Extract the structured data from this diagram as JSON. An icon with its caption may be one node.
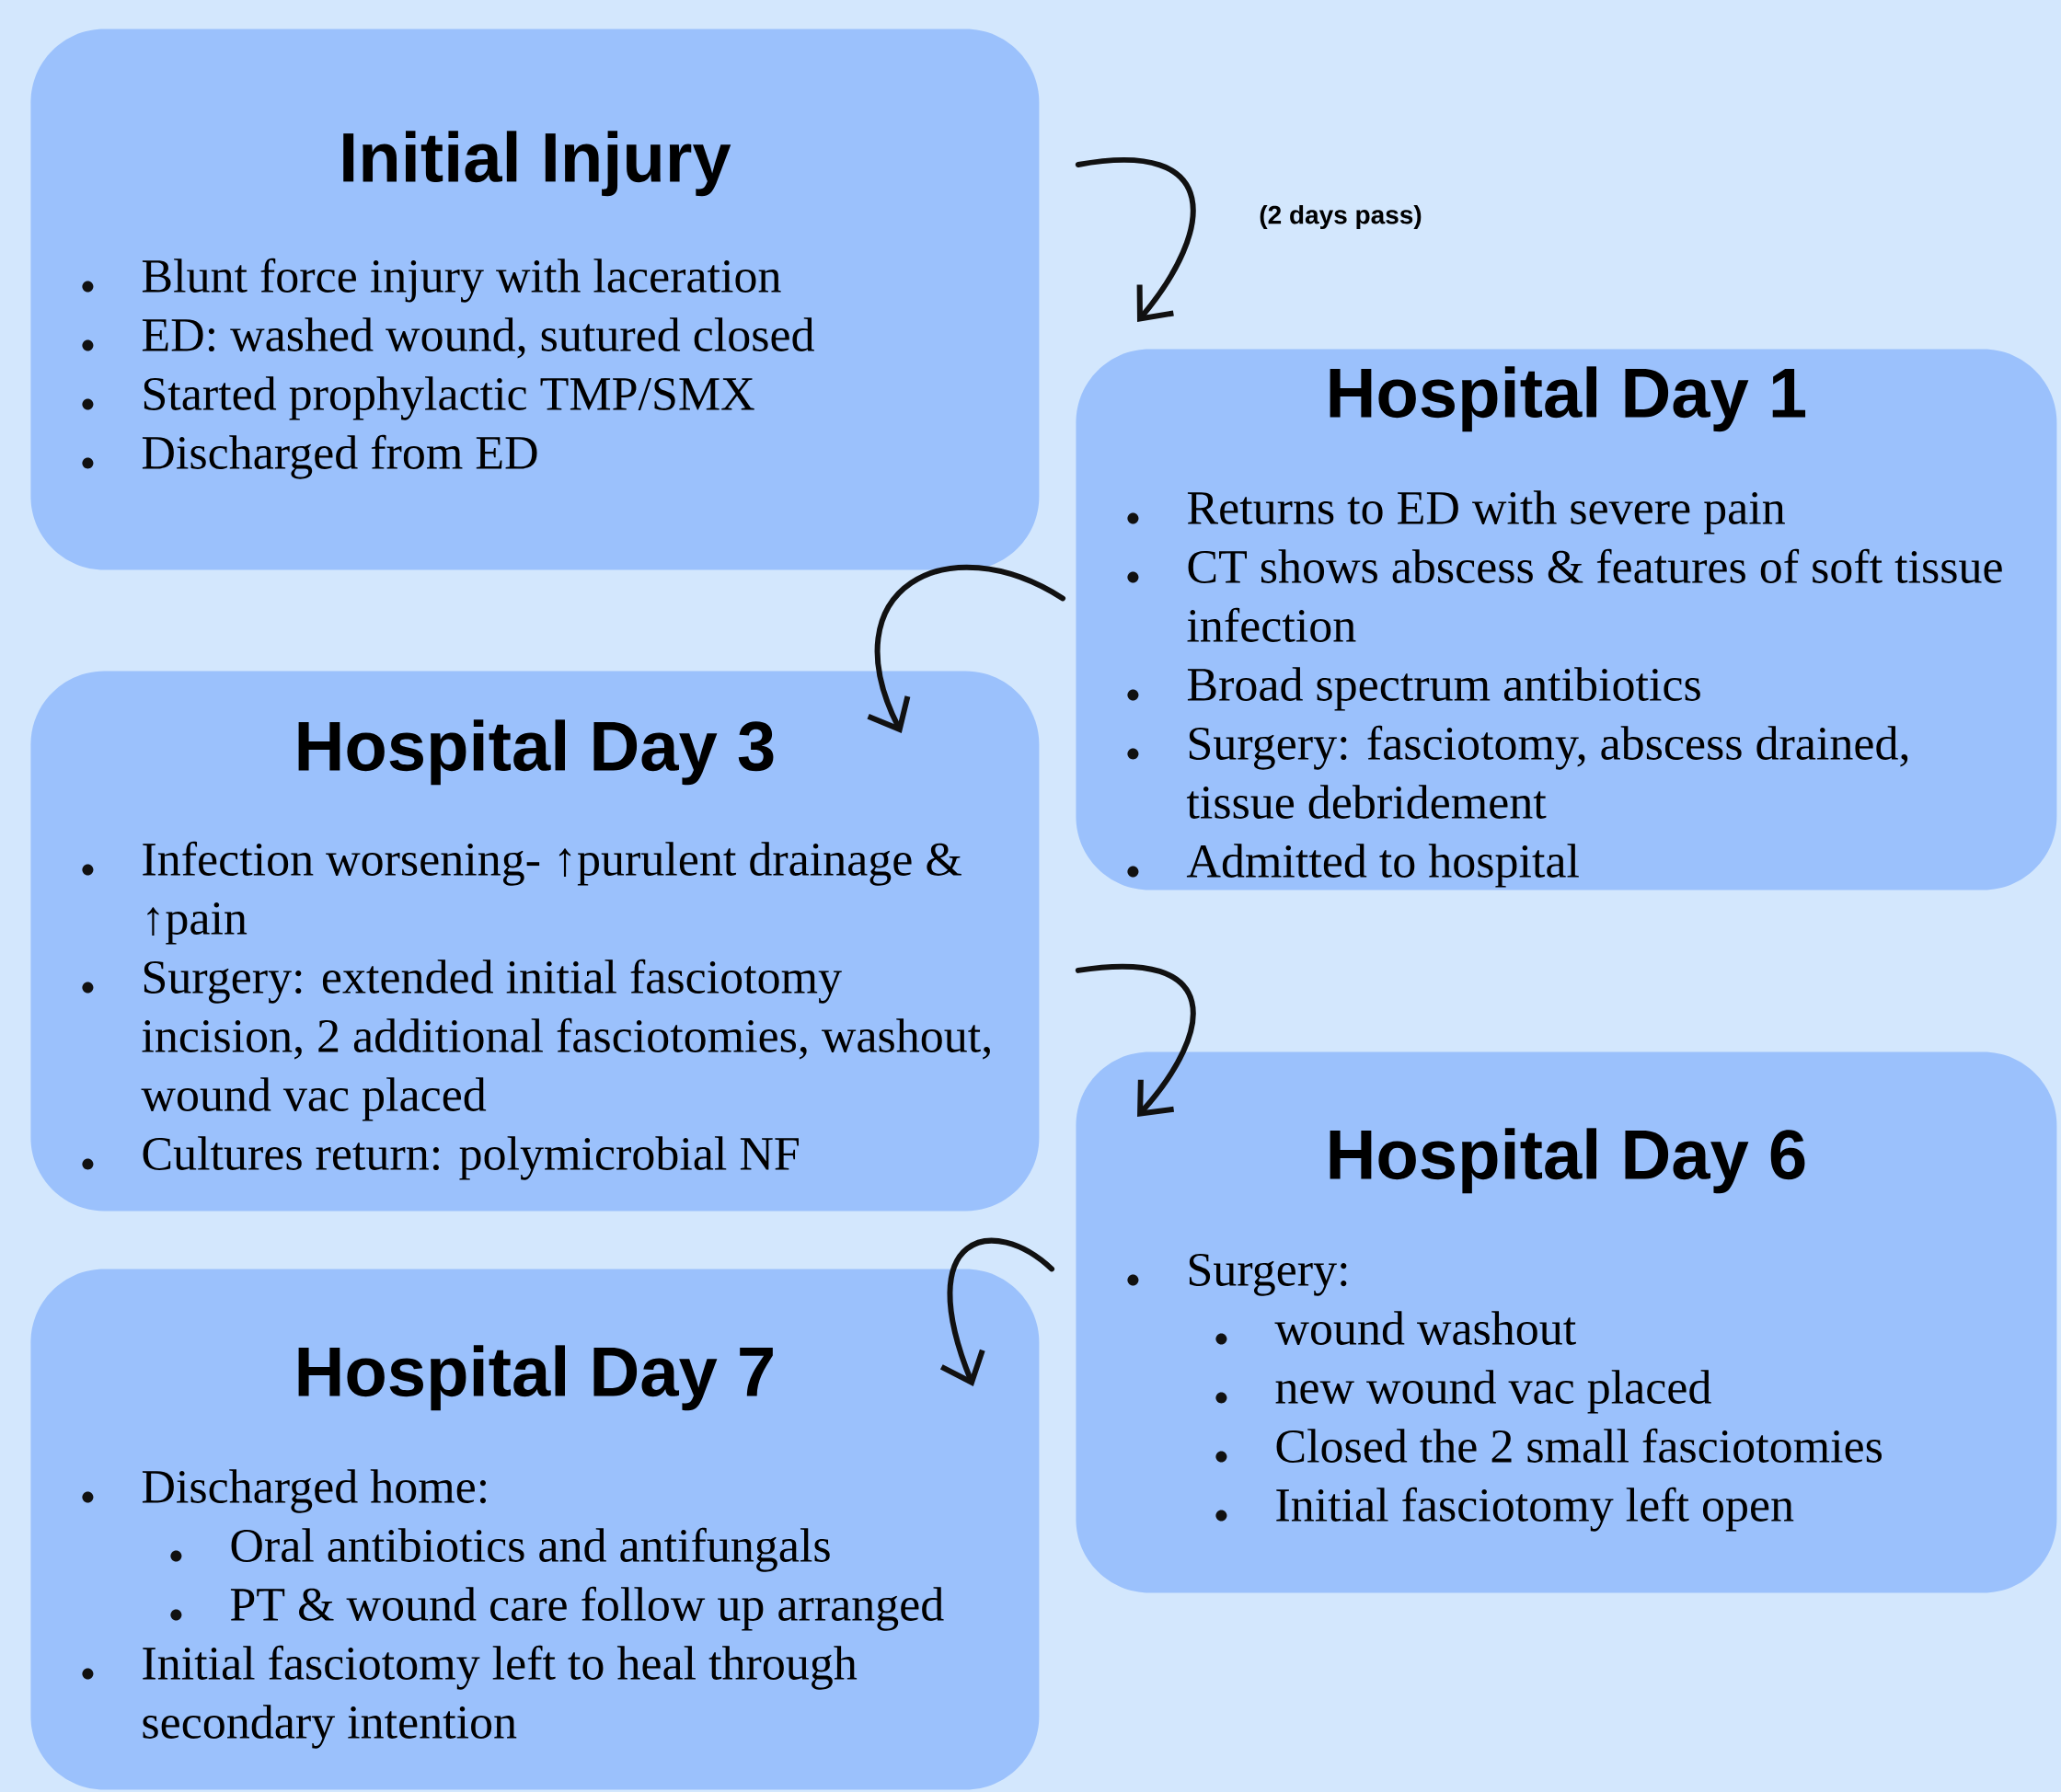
{
  "diagram": {
    "nodes": [
      {
        "text": [
          "Initial Injury",
          "Blunt force injury with laceration",
          "ED: washed wound, sutured closed",
          "Started prophylactic TMP/SMX",
          "Discharged from ED"
        ]
      },
      {
        "text": [
          "Hospital Day 1",
          "Returns to ED with severe pain",
          "CT shows abscess & features of soft tissue infection",
          "Broad spectrum antibiotics",
          "Surgery: fasciotomy, abscess drained, tissue debridement",
          "Admitted to hospital"
        ]
      },
      {
        "text": [
          "Hospital Day 3",
          "Infection worsening- ↑purulent drainage & ↑pain",
          "Surgery: extended initial fasciotomy incision, 2 additional fasciotomies, washout, wound vac placed",
          "Cultures return: polymicrobial NF"
        ]
      },
      {
        "text": [
          "Hospital Day 6",
          "Surgery:",
          "wound washout",
          "new wound vac placed",
          "Closed the 2 small fasciotomies",
          "Initial fasciotomy left open"
        ]
      },
      {
        "text": [
          "Hospital Day 7",
          "Discharged home:",
          "Oral antibiotics and antifungals",
          "PT & wound care follow up arranged",
          "Initial fasciotomy left to heal through secondary intention"
        ]
      }
    ],
    "edges": [
      {
        "from": 0,
        "to": 1,
        "arrow": "to",
        "label": "(2 days pass)"
      },
      {
        "from": 1,
        "to": 2,
        "arrow": "to"
      },
      {
        "from": 2,
        "to": 3,
        "arrow": "to"
      },
      {
        "from": 3,
        "to": 4,
        "arrow": "to"
      }
    ]
  }
}
